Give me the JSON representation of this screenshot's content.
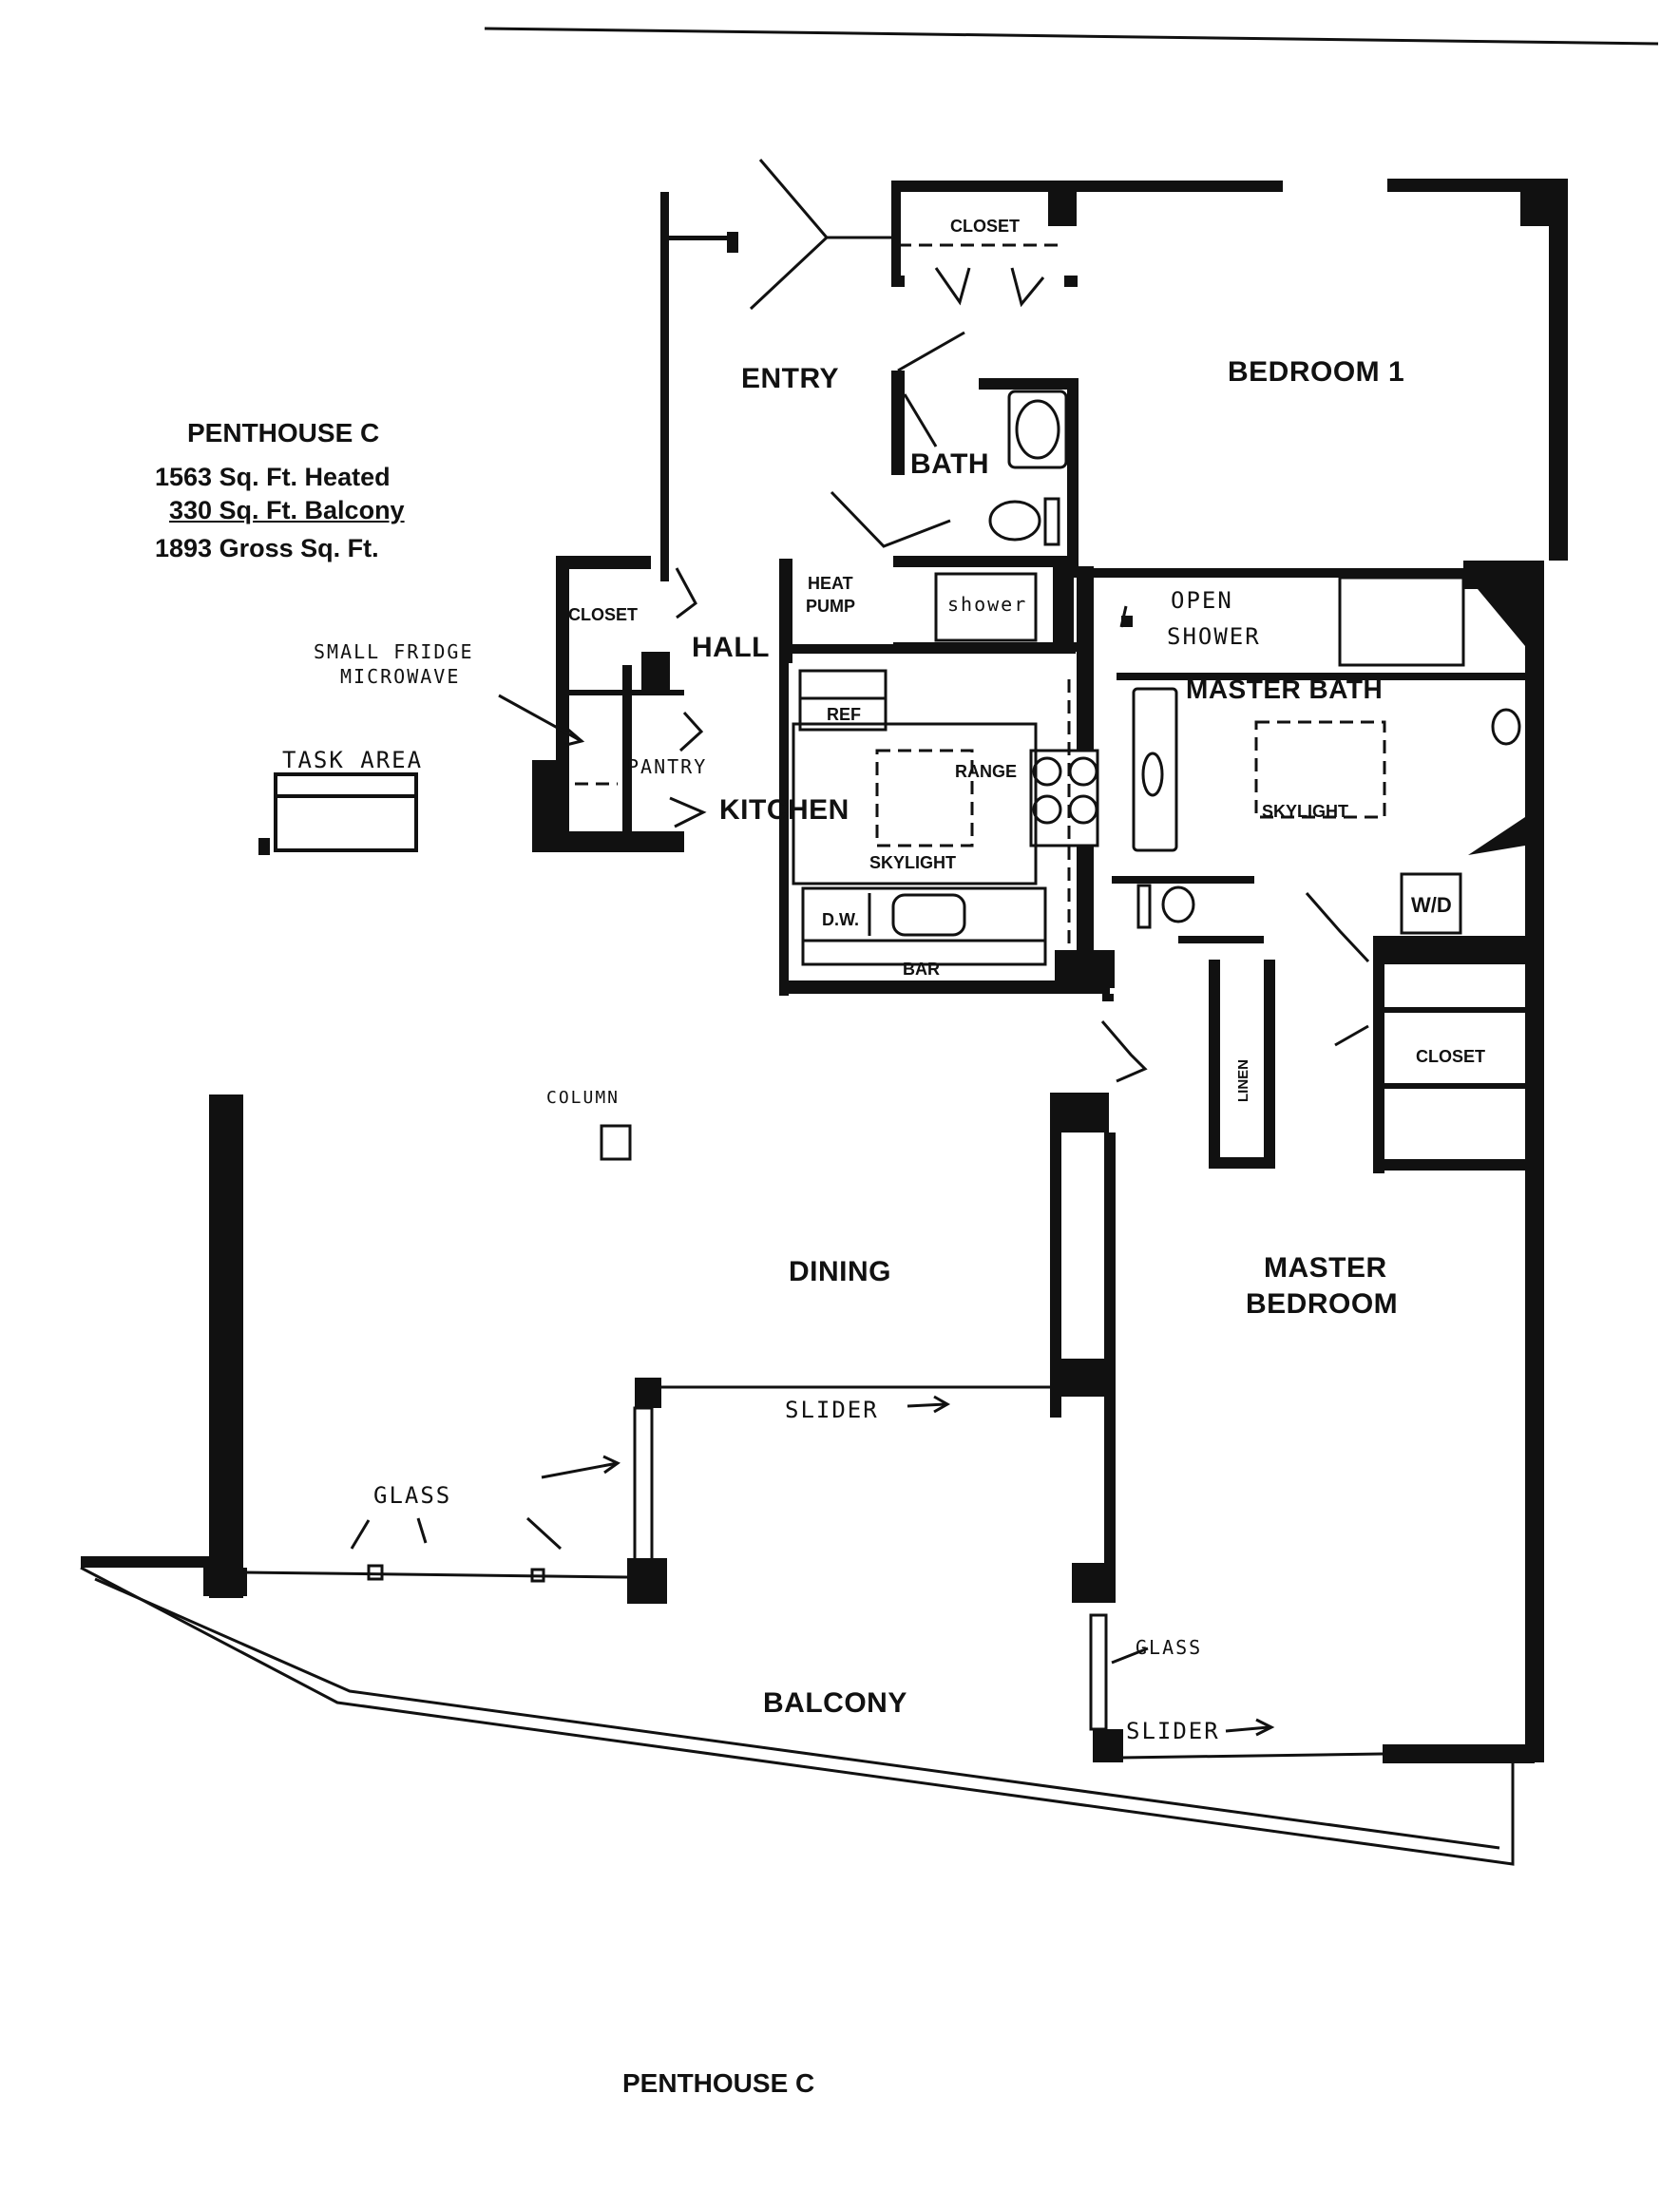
{
  "header": {
    "title": "PENTHOUSE C",
    "heated": "1563 Sq. Ft. Heated",
    "balcony_area": "330 Sq. Ft. Balcony",
    "gross": "1893 Gross Sq. Ft."
  },
  "rooms": {
    "entry": "ENTRY",
    "bedroom1": "BEDROOM 1",
    "closet_top": "CLOSET",
    "bath": "BATH",
    "heat_pump_1": "HEAT",
    "heat_pump_2": "PUMP",
    "shower": "shower",
    "open_shower_1": "OPEN",
    "open_shower_2": "SHOWER",
    "master_bath": "MASTER BATH",
    "skylight_bath": "SKYLIGHT",
    "closet_hall": "CLOSET",
    "hall": "HALL",
    "pantry": "PANTRY",
    "kitchen": "KITCHEN",
    "ref": "REF",
    "range": "RANGE",
    "skylight_kitchen": "SKYLIGHT",
    "dw": "D.W.",
    "bar": "BAR",
    "wd": "W/D",
    "linen": "LINEN",
    "closet_master": "CLOSET",
    "column": "COLUMN",
    "dining": "DINING",
    "master_bedroom_1": "MASTER",
    "master_bedroom_2": "BEDROOM",
    "balcony": "BALCONY",
    "task_area": "TASK AREA",
    "small_fridge": "SMALL FRIDGE",
    "microwave": "MICROWAVE",
    "slider_dining": "SLIDER",
    "slider_master": "SLIDER",
    "glass_left": "GLASS",
    "glass_right": "GLASS"
  },
  "footer": {
    "title": "PENTHOUSE C"
  }
}
